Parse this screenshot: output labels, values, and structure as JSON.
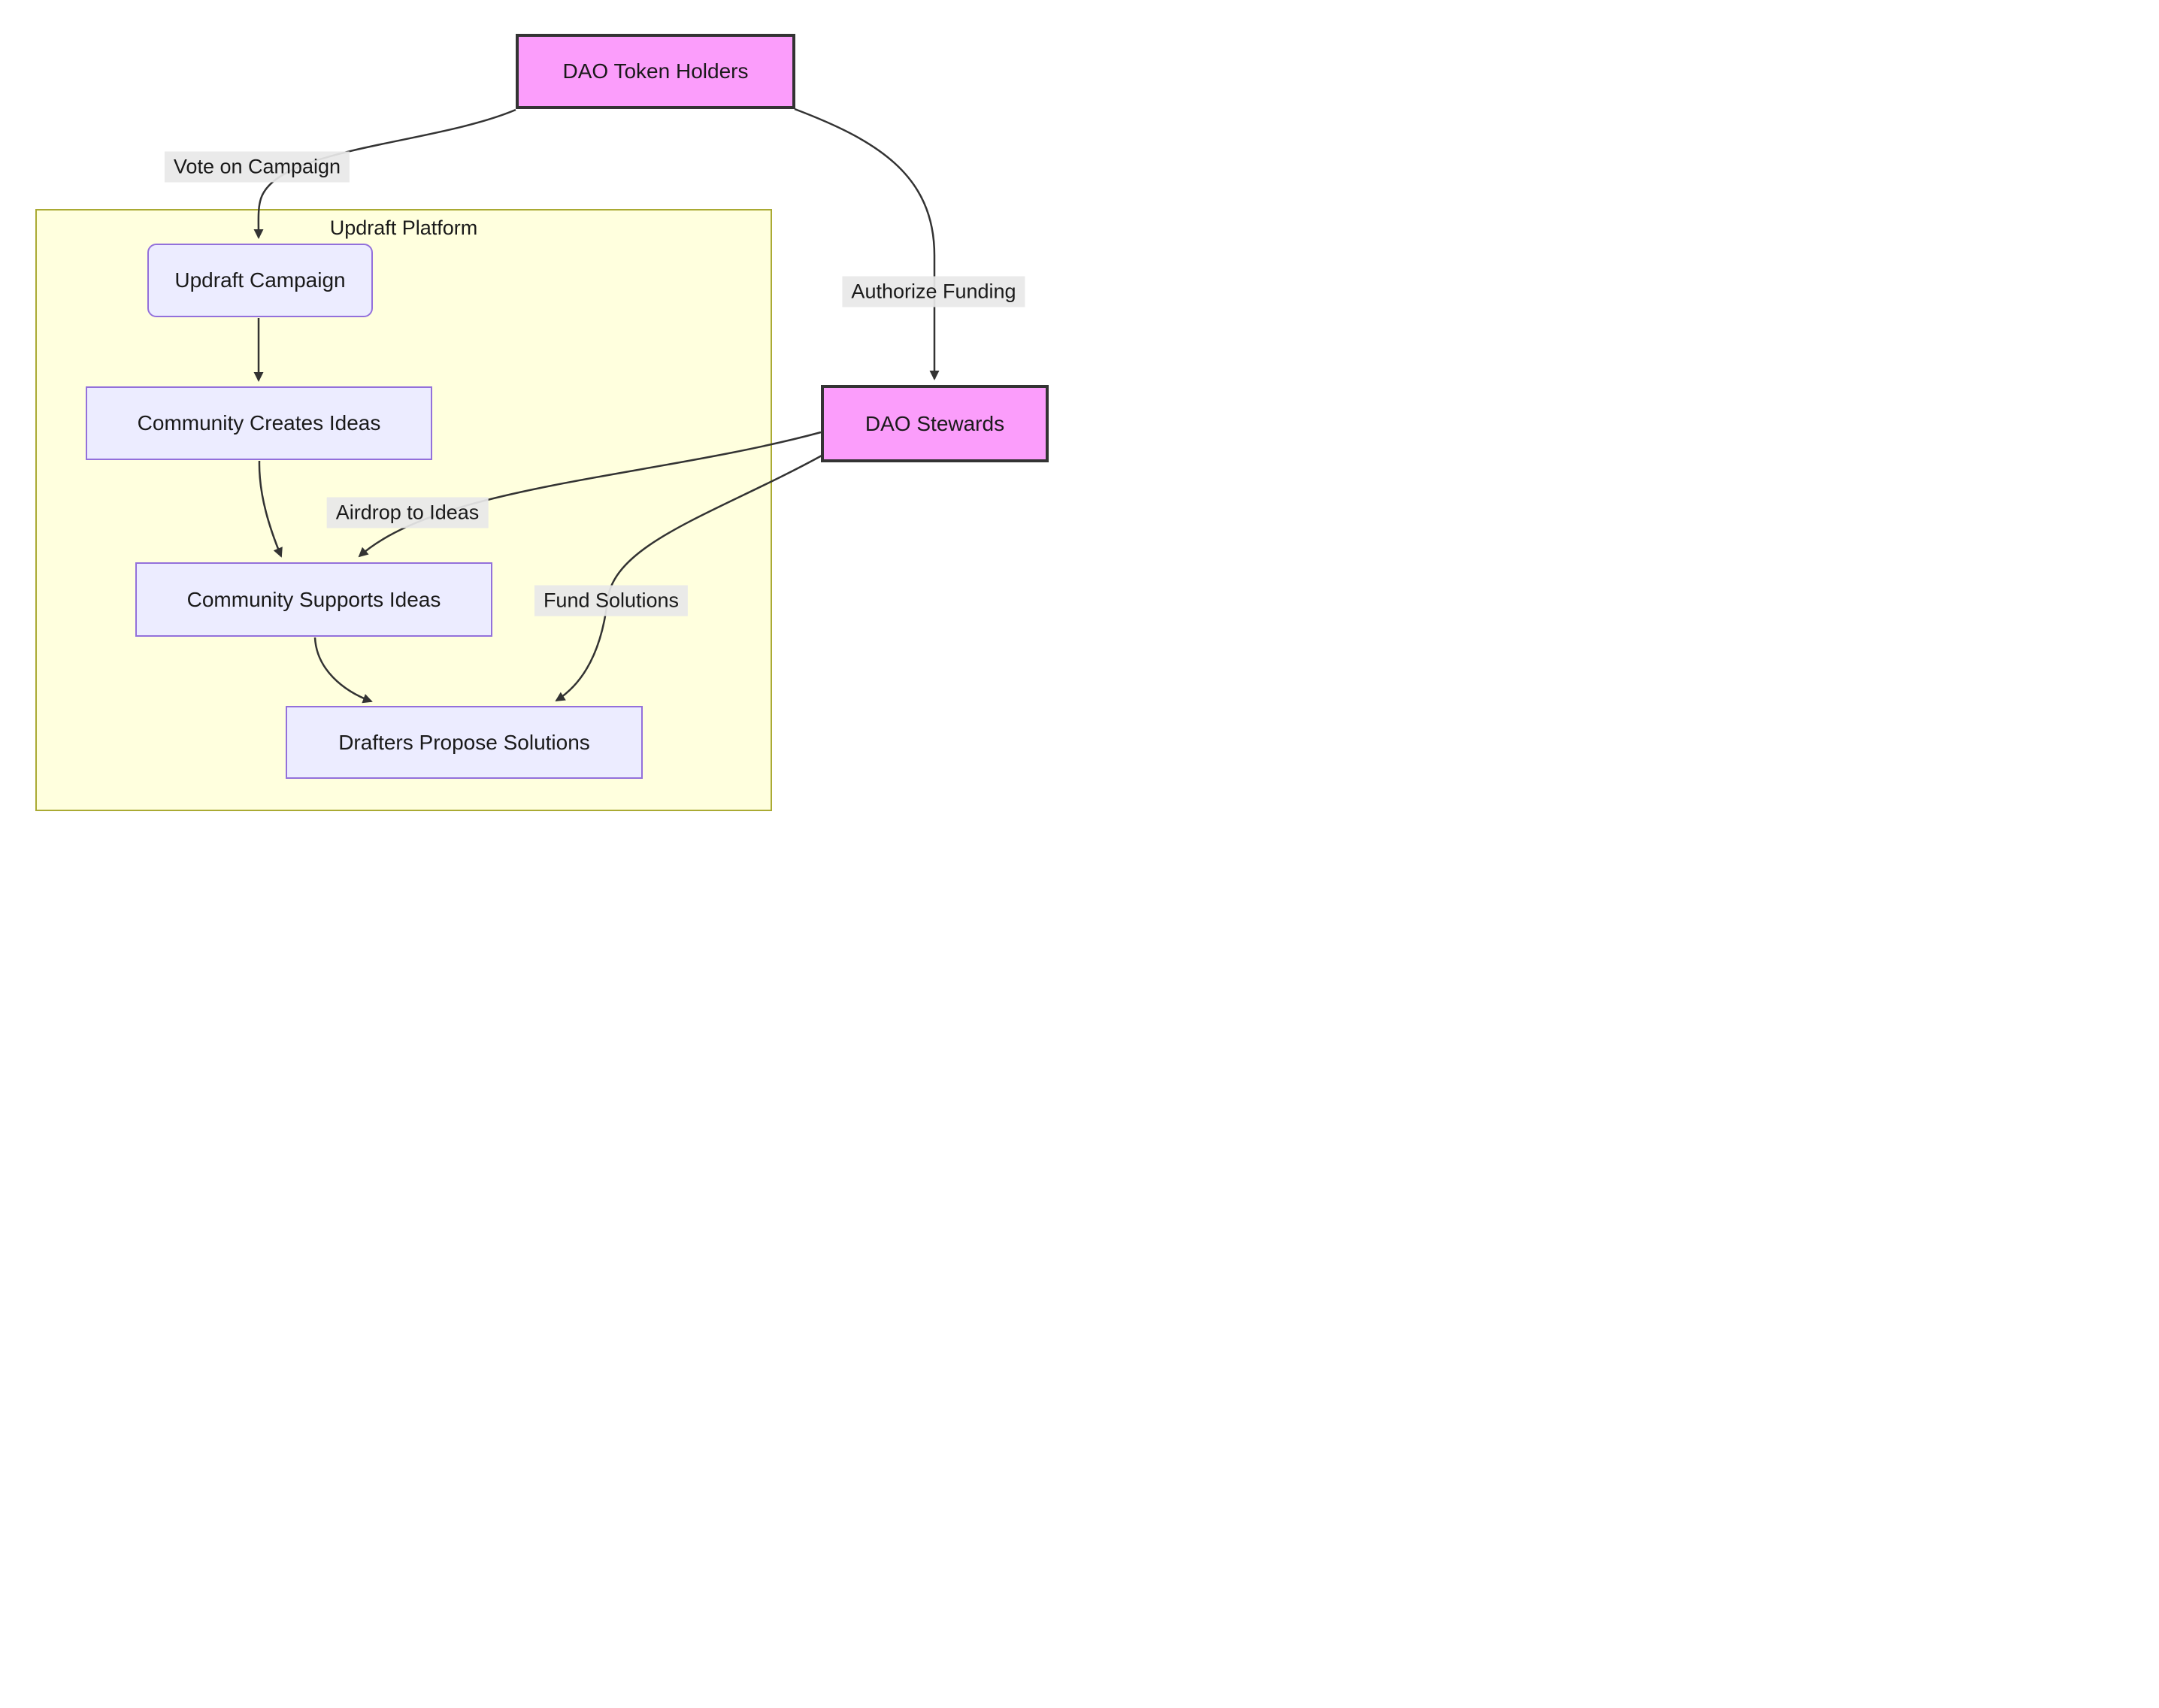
{
  "diagram": {
    "type": "flowchart",
    "direction": "top-down",
    "subgraph": {
      "title": "Updraft Platform"
    },
    "nodes": [
      {
        "id": "dao_token_holders",
        "label": "DAO Token Holders",
        "shape": "rectangle",
        "style": "pink-actor",
        "inside_subgraph": false
      },
      {
        "id": "updraft_campaign",
        "label": "Updraft Campaign",
        "shape": "rounded-rectangle",
        "style": "lavender-process",
        "inside_subgraph": true
      },
      {
        "id": "community_creates_ideas",
        "label": "Community Creates Ideas",
        "shape": "rectangle",
        "style": "lavender-process",
        "inside_subgraph": true
      },
      {
        "id": "community_supports_ideas",
        "label": "Community Supports Ideas",
        "shape": "rectangle",
        "style": "lavender-process",
        "inside_subgraph": true
      },
      {
        "id": "drafters_propose_solutions",
        "label": "Drafters Propose Solutions",
        "shape": "rectangle",
        "style": "lavender-process",
        "inside_subgraph": true
      },
      {
        "id": "dao_stewards",
        "label": "DAO Stewards",
        "shape": "rectangle",
        "style": "pink-actor",
        "inside_subgraph": false
      }
    ],
    "edges": [
      {
        "from": "DAO Token Holders",
        "to": "Updraft Campaign",
        "label": "Vote on Campaign"
      },
      {
        "from": "DAO Token Holders",
        "to": "DAO Stewards",
        "label": "Authorize Funding"
      },
      {
        "from": "Updraft Campaign",
        "to": "Community Creates Ideas",
        "label": ""
      },
      {
        "from": "Community Creates Ideas",
        "to": "Community Supports Ideas",
        "label": ""
      },
      {
        "from": "DAO Stewards",
        "to": "Community Supports Ideas",
        "label": "Airdrop to Ideas"
      },
      {
        "from": "Community Supports Ideas",
        "to": "Drafters Propose Solutions",
        "label": ""
      },
      {
        "from": "DAO Stewards",
        "to": "Drafters Propose Solutions",
        "label": "Fund Solutions"
      }
    ],
    "colors": {
      "actor_fill": "#fb9dfb",
      "actor_border": "#333333",
      "process_fill": "#ececff",
      "process_border": "#9370db",
      "subgraph_fill": "#ffffde",
      "subgraph_border": "#aaaa33",
      "edge": "#333333",
      "edge_label_background": "#e8e8e8",
      "text": "#1a1a1a",
      "page_background": "#ffffff"
    }
  }
}
